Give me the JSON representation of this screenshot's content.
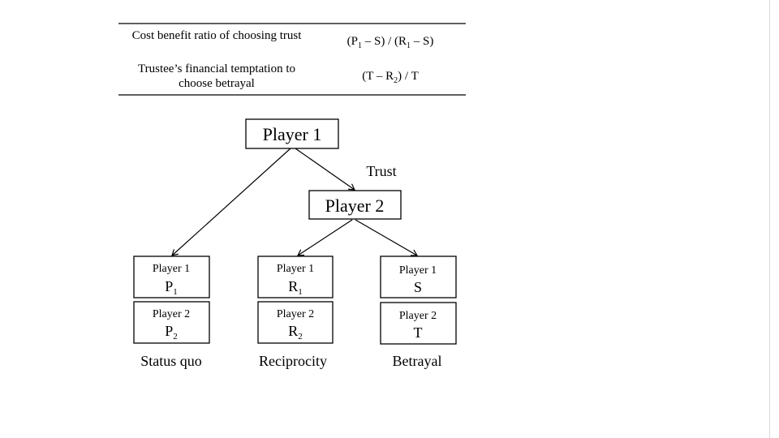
{
  "table": {
    "rows": [
      {
        "label_lines": [
          "Cost benefit ratio of choosing trust"
        ],
        "formula": [
          {
            "t": "(P"
          },
          {
            "sub": "1"
          },
          {
            "t": " – S) / (R"
          },
          {
            "sub": "1"
          },
          {
            "t": " – S)"
          }
        ]
      },
      {
        "label_lines": [
          "Trustee’s financial temptation to",
          "choose betrayal"
        ],
        "formula": [
          {
            "t": "(T – R"
          },
          {
            "sub": "2"
          },
          {
            "t": ") / T"
          }
        ]
      }
    ]
  },
  "tree": {
    "root": "Player 1",
    "edge_label": "Trust",
    "player2": "Player 2",
    "outcomes": [
      {
        "name": "Status quo",
        "p1_label": "Player 1",
        "p1_symbol": "P",
        "p1_sub": "1",
        "p2_label": "Player 2",
        "p2_symbol": "P",
        "p2_sub": "2"
      },
      {
        "name": "Reciprocity",
        "p1_label": "Player 1",
        "p1_symbol": "R",
        "p1_sub": "1",
        "p2_label": "Player 2",
        "p2_symbol": "R",
        "p2_sub": "2"
      },
      {
        "name": "Betrayal",
        "p1_label": "Player 1",
        "p1_symbol": "S",
        "p1_sub": "",
        "p2_label": "Player 2",
        "p2_symbol": "T",
        "p2_sub": ""
      }
    ]
  }
}
